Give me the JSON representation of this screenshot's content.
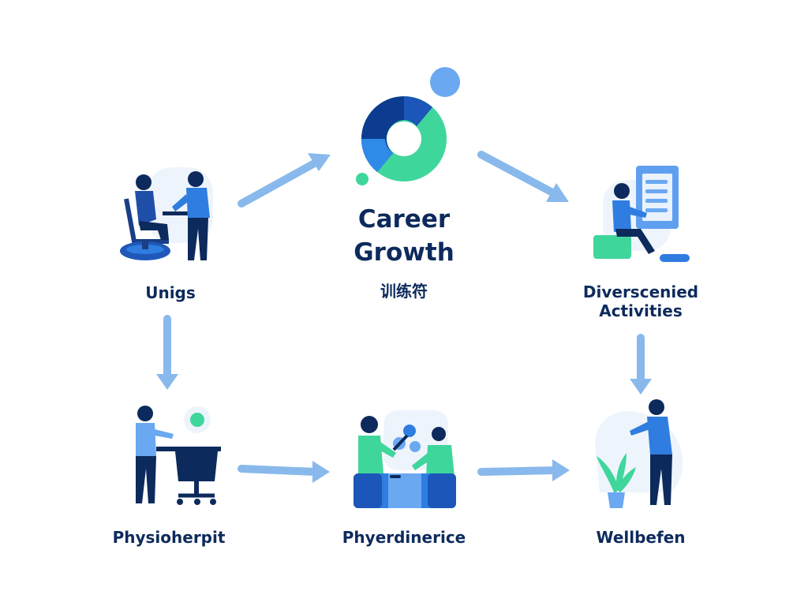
{
  "center": {
    "title_line1": "Career",
    "title_line2": "Growth",
    "subtitle": "训练符"
  },
  "nodes": {
    "unigs": "Unigs",
    "diverse_line1": "Diverscenied",
    "diverse_line2": "Activities",
    "physio": "Physioherpit",
    "phyer": "Phyerdinerice",
    "well": "Wellbefen"
  },
  "colors": {
    "navy": "#0d2a5c",
    "blue": "#2b77d6",
    "light_blue": "#89b9ec",
    "green": "#3fd69c",
    "pale": "#eef4fb"
  }
}
